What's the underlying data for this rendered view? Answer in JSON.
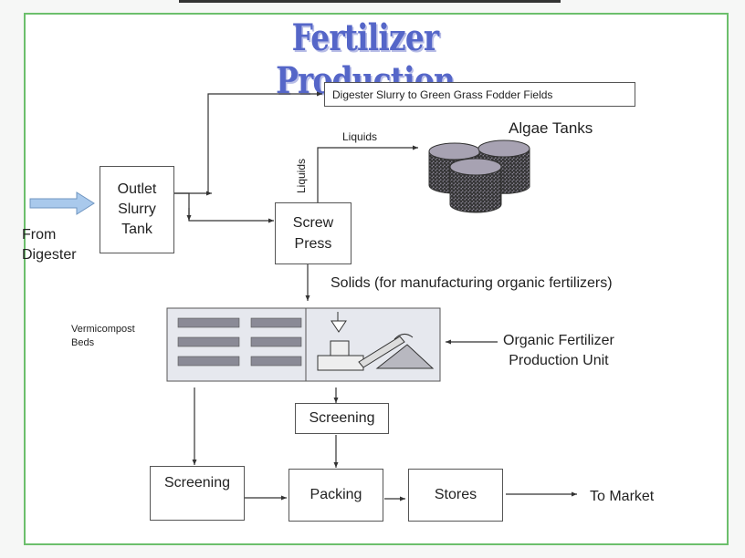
{
  "title": "Fertilizer Production",
  "nodes": {
    "from_digester": "From\nDigester",
    "outlet_tank": "Outlet\nSlurry\nTank",
    "green_grass": "Digester Slurry to Green Grass Fodder Fields",
    "liquids_horizontal": "Liquids",
    "liquids_vertical": "Liquids",
    "algae_tanks": "Algae Tanks",
    "screw_press": "Screw\nPress",
    "solids": "Solids (for manufacturing organic fertilizers)",
    "vermicompost_beds": "Vermicompost\nBeds",
    "organic_unit": "Organic Fertilizer\nProduction Unit",
    "screening_upper": "Screening",
    "screening_lower": "Screening",
    "packing": "Packing",
    "stores": "Stores",
    "to_market": "To Market"
  },
  "colors": {
    "title": "#5566c8",
    "frame": "#6cbf6c",
    "inlet_arrow": "#a9c9ec",
    "tank_fill": "#8f8a9a",
    "bed_fill": "#8a8a96"
  }
}
